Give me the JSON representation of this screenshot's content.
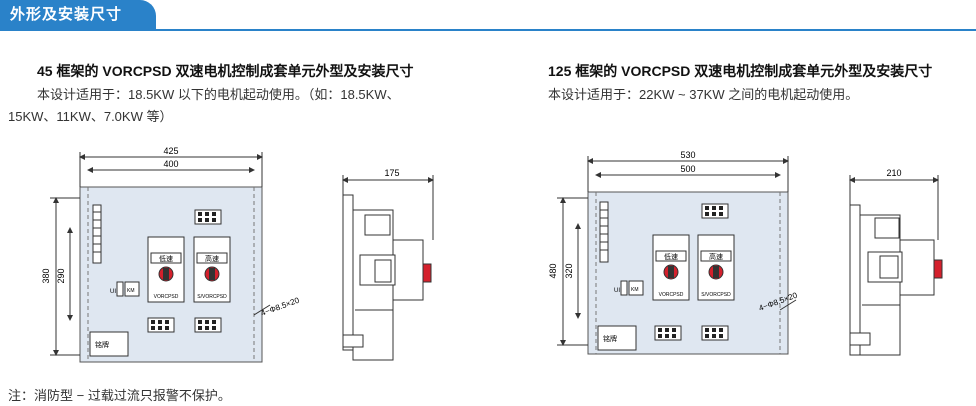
{
  "header": {
    "title": "外形及安装尺寸"
  },
  "left": {
    "title": "45 框架的 VORCPSD 双速电机控制成套单元外型及安装尺寸",
    "desc_line1": "本设计适用于：18.5KW 以下的电机起动使用。（如：18.5KW、",
    "desc_line2": "15KW、11KW、7.0KW 等）",
    "dims": {
      "outer_width": "425",
      "inner_width": "400",
      "outer_height": "380",
      "inner_height": "290",
      "side_depth": "175",
      "holes": "4−Φ8.5×20"
    },
    "labels": {
      "low_speed": "低速",
      "high_speed": "高速",
      "model_a": "VORCPSD",
      "model_b": "S/VORCPSD",
      "ui": "UI",
      "km": "KM",
      "nameplate": "铭牌"
    }
  },
  "right": {
    "title": "125 框架的 VORCPSD 双速电机控制成套单元外型及安装尺寸",
    "desc_line1": "本设计适用于：22KW ~ 37KW 之间的电机起动使用。",
    "dims": {
      "outer_width": "530",
      "inner_width": "500",
      "outer_height": "480",
      "inner_height": "320",
      "side_depth": "210",
      "holes": "4−Φ8.5×20"
    },
    "labels": {
      "low_speed": "低速",
      "high_speed": "高速",
      "model_a": "VORCPSD",
      "model_b": "S/VORCPSD",
      "ui": "UI",
      "km": "KM",
      "nameplate": "铭牌"
    }
  },
  "footnote": "注：消防型 − 过载过流只报警不保护。",
  "colors": {
    "accent": "#2a82c9",
    "panel": "#dfe7f1",
    "knob": "#d4202c"
  }
}
